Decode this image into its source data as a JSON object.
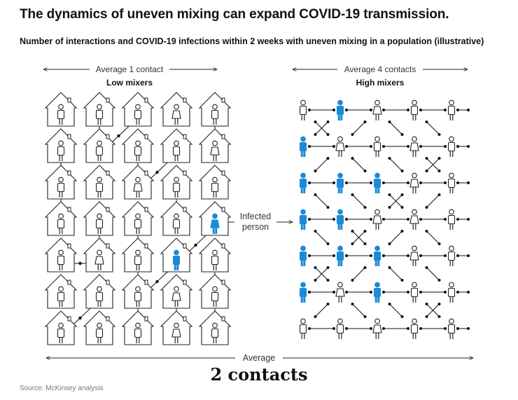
{
  "title": "The dynamics of uneven mixing can expand COVID-19 transmission.",
  "subtitle": "Number of interactions and COVID-19 infections within 2 weeks with uneven mixing in a population (illustrative)",
  "left": {
    "range_label": "Average 1 contact",
    "group_label": "Low mixers"
  },
  "right": {
    "range_label": "Average 4 contacts",
    "group_label": "High mixers"
  },
  "callout": {
    "line1": "Infected",
    "line2": "person"
  },
  "bottom": {
    "label": "Average",
    "value": "2 contacts"
  },
  "source": "Source: McKinsey analysis",
  "colors": {
    "infected": "#1a8bd6",
    "outline": "#222222",
    "line": "#111111"
  },
  "grid": {
    "rows": 7,
    "left_cols": 5,
    "right_cols": 5
  },
  "low_mixers": {
    "infected": [
      [
        3,
        4
      ],
      [
        4,
        3
      ]
    ],
    "female": [
      [
        0,
        3
      ],
      [
        1,
        4
      ],
      [
        2,
        2
      ],
      [
        3,
        4
      ],
      [
        4,
        1
      ],
      [
        5,
        3
      ],
      [
        6,
        3
      ]
    ],
    "links": [
      [
        [
          0,
          1
        ],
        [
          1,
          1
        ]
      ],
      [
        [
          0,
          2
        ],
        [
          1,
          1
        ]
      ],
      [
        [
          0,
          4
        ],
        [
          1,
          4
        ]
      ],
      [
        [
          1,
          2
        ],
        [
          2,
          2
        ]
      ],
      [
        [
          1,
          3
        ],
        [
          2,
          2
        ]
      ],
      [
        [
          2,
          0
        ],
        [
          3,
          0
        ]
      ],
      [
        [
          3,
          3
        ],
        [
          2,
          3
        ]
      ],
      [
        [
          4,
          3
        ],
        [
          3,
          4
        ]
      ],
      [
        [
          1,
          4
        ],
        [
          0,
          4
        ]
      ],
      [
        [
          4,
          0
        ],
        [
          4,
          1
        ]
      ],
      [
        [
          4,
          2
        ],
        [
          5,
          2
        ]
      ],
      [
        [
          5,
          3
        ],
        [
          6,
          3
        ]
      ],
      [
        [
          5,
          2
        ],
        [
          4,
          3
        ]
      ],
      [
        [
          6,
          0
        ],
        [
          5,
          1
        ]
      ],
      [
        [
          5,
          2
        ],
        [
          6,
          2
        ]
      ],
      [
        [
          1,
          0
        ],
        [
          2,
          0
        ]
      ],
      [
        [
          4,
          4
        ],
        [
          5,
          4
        ]
      ],
      [
        [
          5,
          4
        ],
        [
          6,
          4
        ]
      ],
      [
        [
          4,
          1
        ],
        [
          3,
          1
        ]
      ],
      [
        [
          3,
          2
        ],
        [
          4,
          2
        ]
      ]
    ]
  },
  "high_mixers": {
    "infected": [
      [
        0,
        1
      ],
      [
        1,
        0
      ],
      [
        2,
        0
      ],
      [
        2,
        1
      ],
      [
        2,
        2
      ],
      [
        3,
        0
      ],
      [
        3,
        1
      ],
      [
        4,
        0
      ],
      [
        4,
        1
      ],
      [
        4,
        2
      ],
      [
        5,
        0
      ],
      [
        5,
        2
      ]
    ],
    "female": [
      [
        0,
        2
      ],
      [
        1,
        1
      ],
      [
        1,
        3
      ],
      [
        2,
        3
      ],
      [
        3,
        2
      ],
      [
        3,
        3
      ],
      [
        4,
        3
      ],
      [
        5,
        1
      ],
      [
        6,
        2
      ]
    ]
  }
}
